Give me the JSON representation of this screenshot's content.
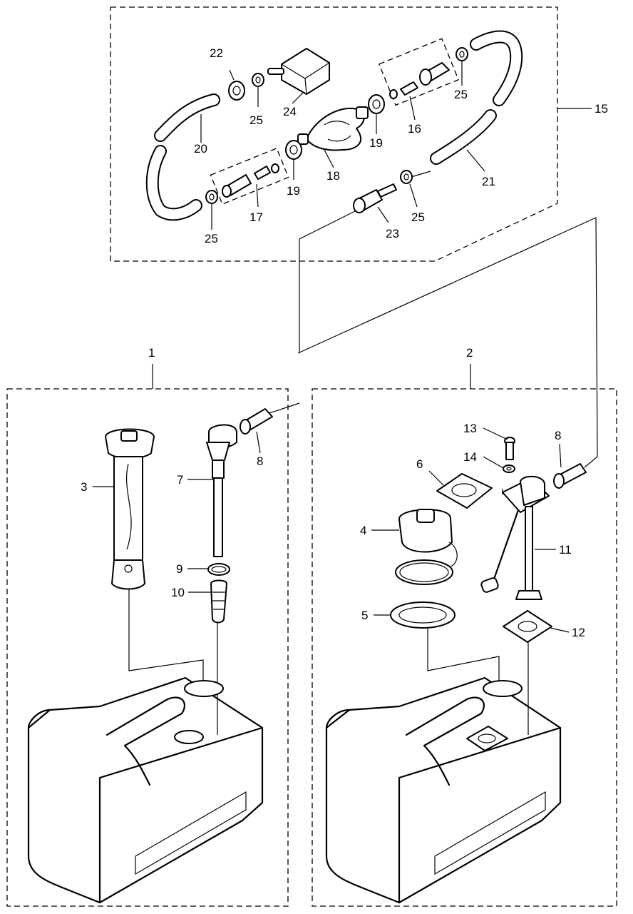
{
  "labels": {
    "p1": "1",
    "p2": "2",
    "p3": "3",
    "p4": "4",
    "p5": "5",
    "p6": "6",
    "p7": "7",
    "p8a": "8",
    "p8b": "8",
    "p9": "9",
    "p10": "10",
    "p11": "11",
    "p12": "12",
    "p13": "13",
    "p14": "14",
    "p15": "15",
    "p16": "16",
    "p17": "17",
    "p18": "18",
    "p19a": "19",
    "p19b": "19",
    "p20": "20",
    "p21": "21",
    "p22": "22",
    "p23": "23",
    "p24": "24",
    "p25a": "25",
    "p25b": "25",
    "p25c": "25",
    "p25d": "25"
  }
}
